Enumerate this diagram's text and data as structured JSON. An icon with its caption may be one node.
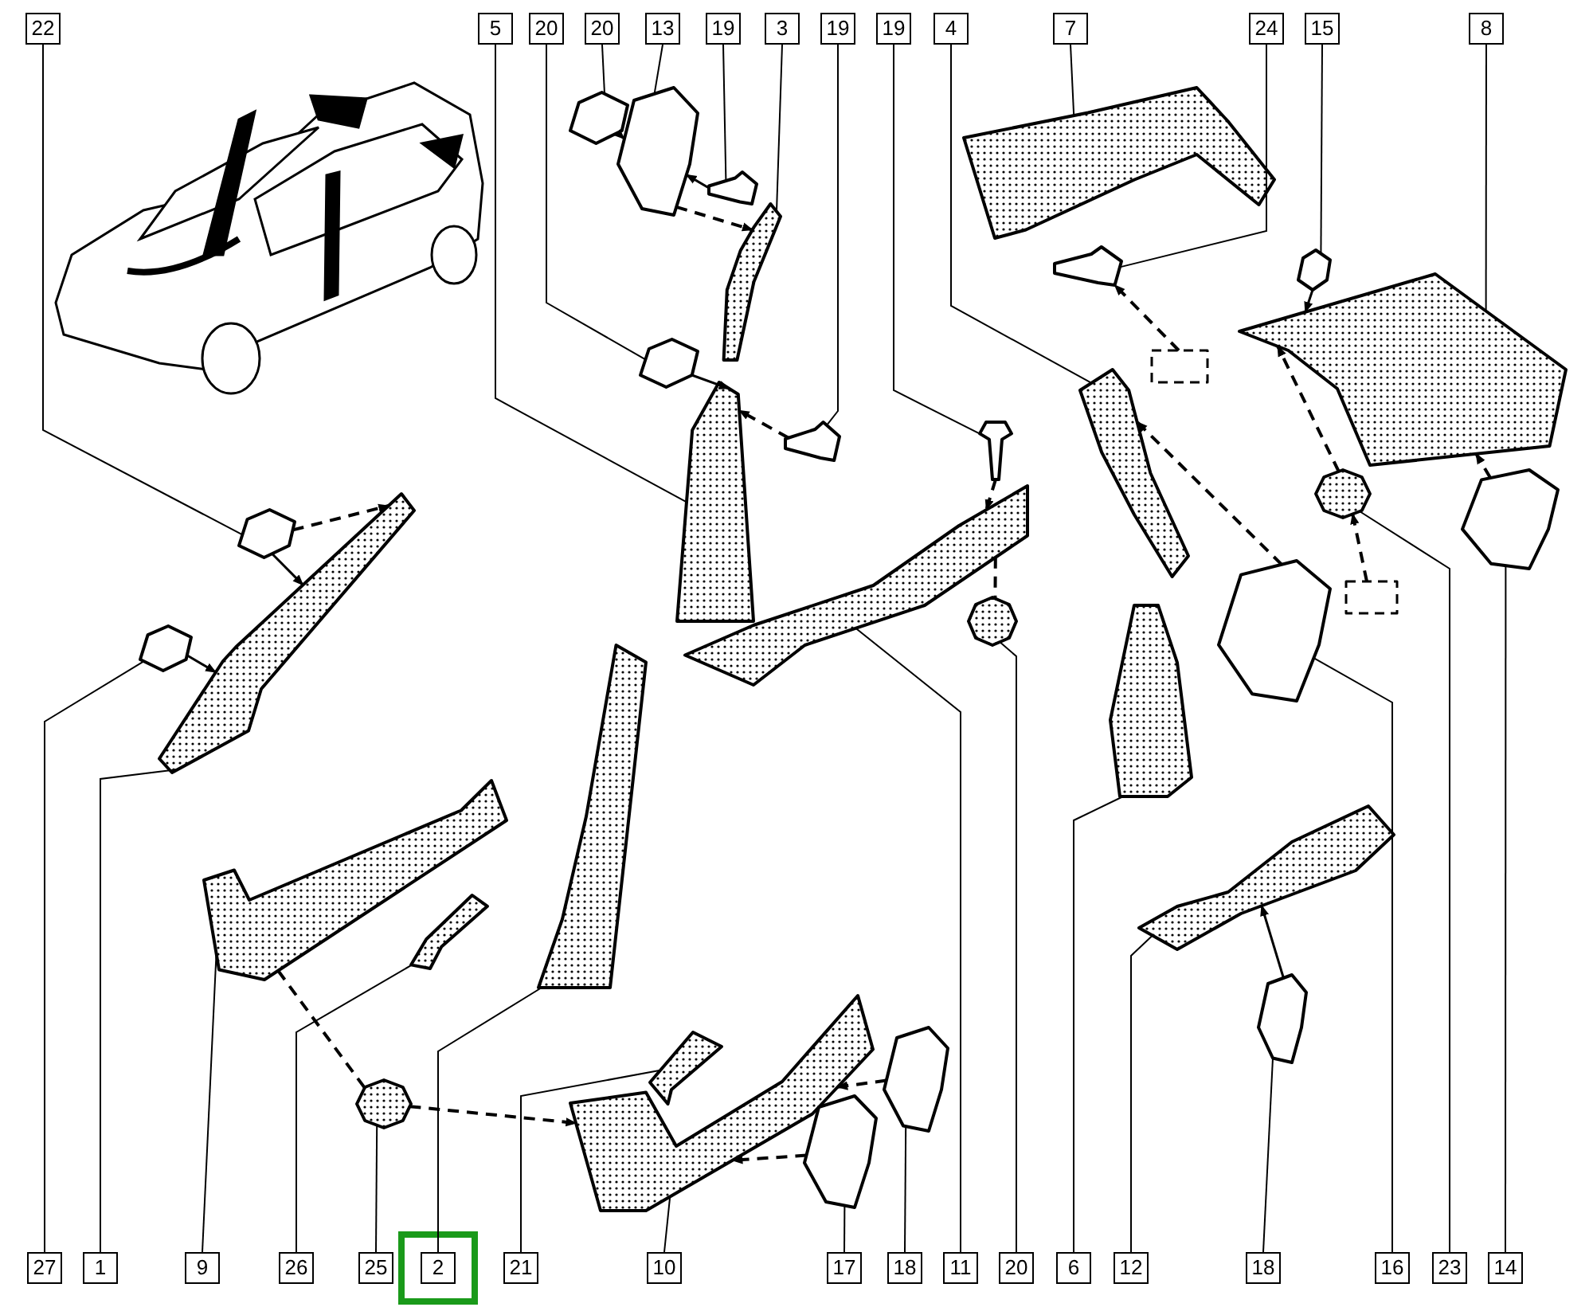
{
  "diagram": {
    "nodes": [
      {
        "text": [
          "22"
        ]
      },
      {
        "text": [
          "5"
        ]
      },
      {
        "text": [
          "20"
        ]
      },
      {
        "text": [
          "20"
        ]
      },
      {
        "text": [
          "13"
        ]
      },
      {
        "text": [
          "19"
        ]
      },
      {
        "text": [
          "3"
        ]
      },
      {
        "text": [
          "19"
        ]
      },
      {
        "text": [
          "19"
        ]
      },
      {
        "text": [
          "4"
        ]
      },
      {
        "text": [
          "7"
        ]
      },
      {
        "text": [
          "24"
        ]
      },
      {
        "text": [
          "15"
        ]
      },
      {
        "text": [
          "8"
        ]
      },
      {
        "text": [
          "27"
        ]
      },
      {
        "text": [
          "1"
        ]
      },
      {
        "text": [
          "9"
        ]
      },
      {
        "text": [
          "26"
        ]
      },
      {
        "text": [
          "25"
        ]
      },
      {
        "text": [
          "2"
        ]
      },
      {
        "text": [
          "21"
        ]
      },
      {
        "text": [
          "10"
        ]
      },
      {
        "text": [
          "17"
        ]
      },
      {
        "text": [
          "18"
        ]
      },
      {
        "text": [
          "11"
        ]
      },
      {
        "text": [
          "20"
        ]
      },
      {
        "text": [
          "6"
        ]
      },
      {
        "text": [
          "12"
        ]
      },
      {
        "text": [
          "18"
        ]
      },
      {
        "text": [
          "16"
        ]
      },
      {
        "text": [
          "23"
        ]
      },
      {
        "text": [
          "14"
        ]
      },
      {
        "text": [],
        "shape": "picture"
      },
      {
        "text": [],
        "shape": "picture"
      },
      {
        "text": [],
        "shape": "picture"
      },
      {
        "text": [],
        "shape": "picture"
      },
      {
        "text": [],
        "shape": "picture"
      },
      {
        "text": [],
        "shape": "picture"
      },
      {
        "text": [],
        "shape": "picture"
      },
      {
        "text": [],
        "shape": "picture"
      },
      {
        "text": [],
        "shape": "picture"
      },
      {
        "text": [],
        "shape": "picture"
      },
      {
        "text": [],
        "shape": "picture"
      },
      {
        "text": [],
        "shape": "picture"
      },
      {
        "text": [],
        "shape": "box"
      },
      {
        "text": [],
        "shape": "picture"
      },
      {
        "text": [],
        "shape": "picture"
      },
      {
        "text": [],
        "shape": "picture"
      },
      {
        "text": [],
        "shape": "picture"
      },
      {
        "text": [],
        "shape": "box"
      },
      {
        "text": [],
        "shape": "picture"
      },
      {
        "text": [],
        "shape": "picture"
      },
      {
        "text": [],
        "shape": "picture"
      },
      {
        "text": [],
        "shape": "picture"
      },
      {
        "text": [],
        "shape": "picture"
      },
      {
        "text": [],
        "shape": "picture"
      },
      {
        "text": [],
        "shape": "picture"
      },
      {
        "text": [],
        "shape": "picture"
      },
      {
        "text": [],
        "shape": "picture"
      },
      {
        "text": [],
        "shape": "picture"
      },
      {
        "text": [],
        "shape": "picture"
      },
      {
        "text": [],
        "shape": "picture"
      },
      {
        "text": [],
        "shape": "picture"
      },
      {
        "text": [],
        "shape": "picture"
      },
      {
        "text": [],
        "shape": "picture"
      },
      {
        "text": [],
        "shape": "picture"
      }
    ],
    "edges": [
      {
        "from": 0,
        "to": 52,
        "arrow": "none"
      },
      {
        "from": 1,
        "to": 37,
        "arrow": "none"
      },
      {
        "from": 2,
        "to": 33,
        "arrow": "none"
      },
      {
        "from": 3,
        "to": 32,
        "arrow": "none"
      },
      {
        "from": 4,
        "to": 34,
        "arrow": "none"
      },
      {
        "from": 5,
        "to": 35,
        "arrow": "none"
      },
      {
        "from": 6,
        "to": 36,
        "arrow": "none"
      },
      {
        "from": 7,
        "to": 38,
        "arrow": "none"
      },
      {
        "from": 8,
        "to": 39,
        "arrow": "none"
      },
      {
        "from": 9,
        "to": 45,
        "arrow": "none"
      },
      {
        "from": 10,
        "to": 42,
        "arrow": "none"
      },
      {
        "from": 11,
        "to": 43,
        "arrow": "none"
      },
      {
        "from": 12,
        "to": 46,
        "arrow": "none"
      },
      {
        "from": 13,
        "to": 47,
        "arrow": "none"
      },
      {
        "from": 14,
        "to": 54,
        "arrow": "none"
      },
      {
        "from": 15,
        "to": 53,
        "arrow": "none"
      },
      {
        "from": 16,
        "to": 55,
        "arrow": "none"
      },
      {
        "from": 17,
        "to": 56,
        "arrow": "none"
      },
      {
        "from": 18,
        "to": 57,
        "arrow": "none"
      },
      {
        "from": 19,
        "to": 58,
        "arrow": "none"
      },
      {
        "from": 20,
        "to": 59,
        "arrow": "none"
      },
      {
        "from": 21,
        "to": 60,
        "arrow": "none"
      },
      {
        "from": 22,
        "to": 61,
        "arrow": "none"
      },
      {
        "from": 23,
        "to": 62,
        "arrow": "none"
      },
      {
        "from": 24,
        "to": 40,
        "arrow": "none"
      },
      {
        "from": 25,
        "to": 41,
        "arrow": "none"
      },
      {
        "from": 26,
        "to": 63,
        "arrow": "none"
      },
      {
        "from": 27,
        "to": 64,
        "arrow": "none"
      },
      {
        "from": 28,
        "to": 65,
        "arrow": "none"
      },
      {
        "from": 29,
        "to": 51,
        "arrow": "none"
      },
      {
        "from": 30,
        "to": 48,
        "arrow": "none"
      },
      {
        "from": 31,
        "to": 50,
        "arrow": "none"
      },
      {
        "from": 52,
        "to": 53,
        "arrow": "to",
        "style": "dashed"
      },
      {
        "from": 52,
        "to": 53,
        "arrow": "to"
      },
      {
        "from": 54,
        "to": 53,
        "arrow": "to"
      },
      {
        "from": 32,
        "to": 34,
        "arrow": "to"
      },
      {
        "from": 34,
        "to": 36,
        "arrow": "to",
        "style": "dashed"
      },
      {
        "from": 35,
        "to": 34,
        "arrow": "to"
      },
      {
        "from": 33,
        "to": 37,
        "arrow": "to"
      },
      {
        "from": 38,
        "to": 37,
        "arrow": "to",
        "style": "dashed"
      },
      {
        "from": 39,
        "to": 40,
        "arrow": "to",
        "style": "dashed"
      },
      {
        "from": 44,
        "to": 43,
        "arrow": "to",
        "style": "dashed"
      },
      {
        "from": 51,
        "to": 45,
        "arrow": "to",
        "style": "dashed"
      },
      {
        "from": 46,
        "to": 47,
        "arrow": "to"
      },
      {
        "from": 48,
        "to": 47,
        "arrow": "to",
        "style": "dashed"
      },
      {
        "from": 49,
        "to": 48,
        "arrow": "to",
        "style": "dashed"
      },
      {
        "from": 50,
        "to": 47,
        "arrow": "to",
        "style": "dashed"
      },
      {
        "from": 55,
        "to": 57,
        "arrow": "none",
        "style": "dashed"
      },
      {
        "from": 57,
        "to": 60,
        "arrow": "to",
        "style": "dashed"
      },
      {
        "from": 61,
        "to": 60,
        "arrow": "to",
        "style": "dashed"
      },
      {
        "from": 62,
        "to": 60,
        "arrow": "to",
        "style": "dashed"
      },
      {
        "from": 65,
        "to": 64,
        "arrow": "to"
      },
      {
        "from": 40,
        "to": 41,
        "arrow": "none",
        "style": "dashed"
      }
    ]
  }
}
